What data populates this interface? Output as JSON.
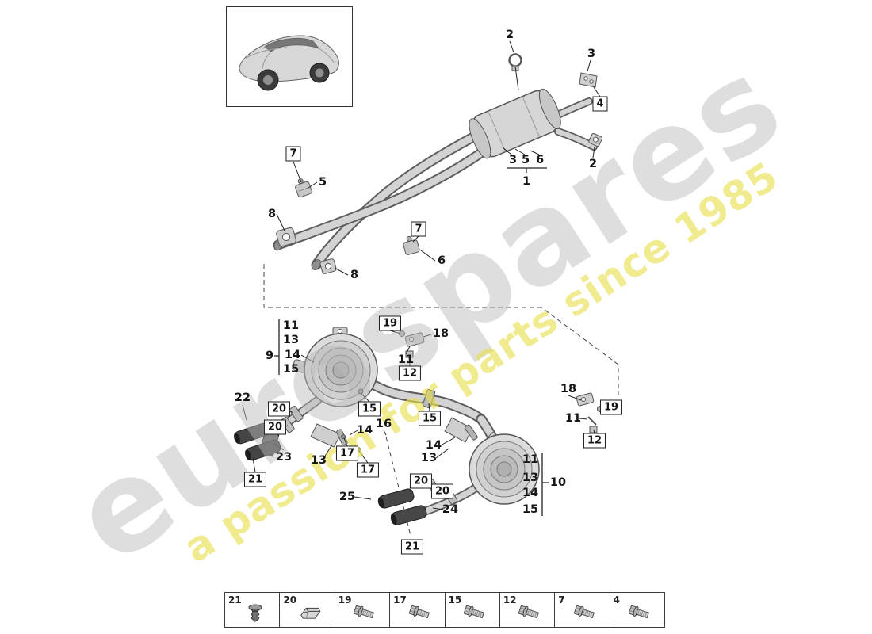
{
  "watermark": {
    "brand": "eurospares",
    "tagline": "a passion for parts since 1985"
  },
  "colors": {
    "brand_watermark": "#bababa",
    "tagline_watermark": "#e9df4a",
    "diagram_line": "#4a4a4a"
  },
  "vehicle_thumbnail": {
    "icon": "porsche-panamera-icon"
  },
  "labels": [
    "2",
    "3",
    "4",
    "3",
    "5",
    "6",
    "1",
    "2",
    "7",
    "5",
    "8",
    "7",
    "6",
    "8",
    "11",
    "13",
    "14",
    "15",
    "9",
    "19",
    "18",
    "11",
    "12",
    "22",
    "20",
    "20",
    "15",
    "14",
    "16",
    "15",
    "13",
    "17",
    "17",
    "23",
    "21",
    "18",
    "19",
    "11",
    "12",
    "14",
    "13",
    "11",
    "13",
    "14",
    "15",
    "10",
    "24",
    "25",
    "20",
    "20",
    "21"
  ],
  "legend": {
    "items": [
      {
        "number": "21",
        "icon": "push-rivet-icon"
      },
      {
        "number": "20",
        "icon": "retaining-clamp-icon"
      },
      {
        "number": "19",
        "icon": "hex-bolt-icon"
      },
      {
        "number": "17",
        "icon": "hex-bolt-icon"
      },
      {
        "number": "15",
        "icon": "hex-bolt-icon"
      },
      {
        "number": "12",
        "icon": "hex-bolt-icon"
      },
      {
        "number": "7",
        "icon": "hex-bolt-icon"
      },
      {
        "number": "4",
        "icon": "hex-bolt-icon"
      }
    ]
  }
}
